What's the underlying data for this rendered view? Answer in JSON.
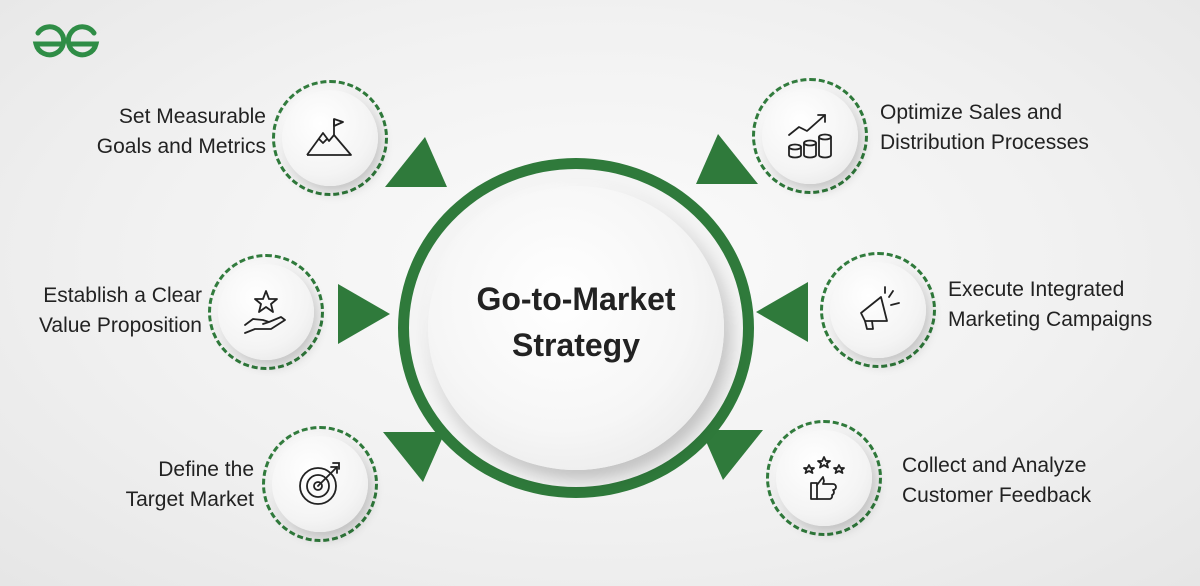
{
  "brand": {
    "logo_text": "GG",
    "color": "#2f8d46"
  },
  "accent_color": "#2f7a3b",
  "center": {
    "title_line1": "Go-to-Market",
    "title_line2": "Strategy"
  },
  "nodes": [
    {
      "id": "goals",
      "icon": "mountain-flag-icon",
      "label_line1": "Set Measurable",
      "label_line2": "Goals and Metrics"
    },
    {
      "id": "value",
      "icon": "star-hand-icon",
      "label_line1": "Establish a Clear",
      "label_line2": "Value Proposition"
    },
    {
      "id": "target",
      "icon": "target-arrow-icon",
      "label_line1": "Define the",
      "label_line2": "Target Market"
    },
    {
      "id": "sales",
      "icon": "growth-coins-icon",
      "label_line1": "Optimize Sales and",
      "label_line2": "Distribution Processes"
    },
    {
      "id": "marketing",
      "icon": "megaphone-icon",
      "label_line1": "Execute Integrated",
      "label_line2": "Marketing Campaigns"
    },
    {
      "id": "feedback",
      "icon": "thumbs-up-stars-icon",
      "label_line1": "Collect and Analyze",
      "label_line2": "Customer Feedback"
    }
  ]
}
